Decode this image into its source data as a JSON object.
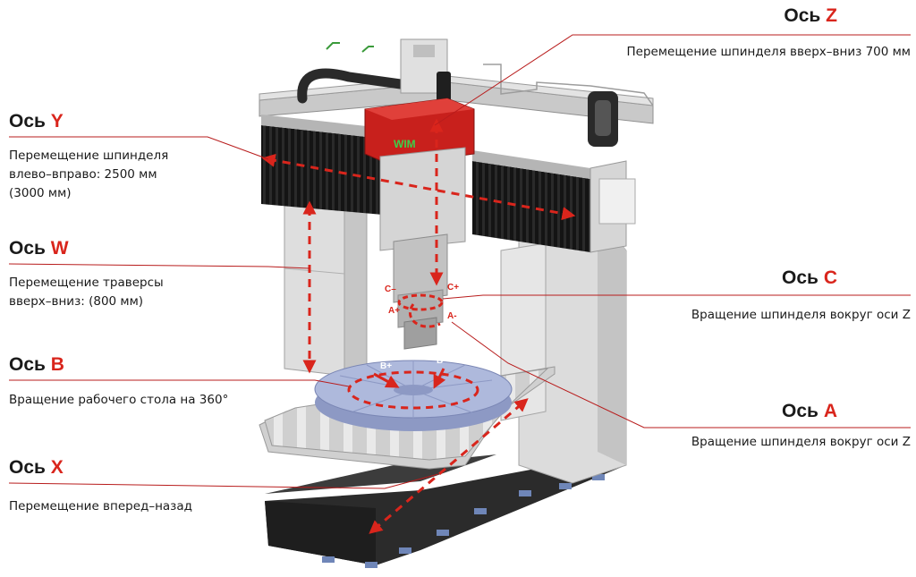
{
  "colors": {
    "accent": "#d9251c",
    "leader_line": "#b81c1c",
    "machine_gray": "#d8d8d8",
    "bellows_black": "#1c1c1c",
    "head_red": "#c8201c"
  },
  "axes": {
    "z": {
      "prefix": "Ось",
      "letter": "Z",
      "description": "Перемещение шпинделя вверх–вниз 700 мм"
    },
    "y": {
      "prefix": "Ось",
      "letter": "Y",
      "description_lines": [
        "Перемещение шпинделя",
        "влево–вправо: 2500 мм",
        "(3000 мм)"
      ]
    },
    "w": {
      "prefix": "Ось",
      "letter": "W",
      "description_lines": [
        "Перемещение траверсы",
        "вверх–вниз: (800 мм)"
      ]
    },
    "c": {
      "prefix": "Ось",
      "letter": "C",
      "description": "Вращение шпинделя вокруг оси Z"
    },
    "b": {
      "prefix": "Ось",
      "letter": "B",
      "description": "Вращение рабочего стола на 360°"
    },
    "a": {
      "prefix": "Ось",
      "letter": "A",
      "description": "Вращение шпинделя вокруг оси Z"
    },
    "x": {
      "prefix": "Ось",
      "letter": "X",
      "description": "Перемещение вперед–назад"
    }
  },
  "machine_labels": {
    "brand": "WIM",
    "c_minus": "C–",
    "c_plus": "C+",
    "a_plus": "A+",
    "a_minus": "A-",
    "b_plus": "B+",
    "b_minus": "B-"
  }
}
